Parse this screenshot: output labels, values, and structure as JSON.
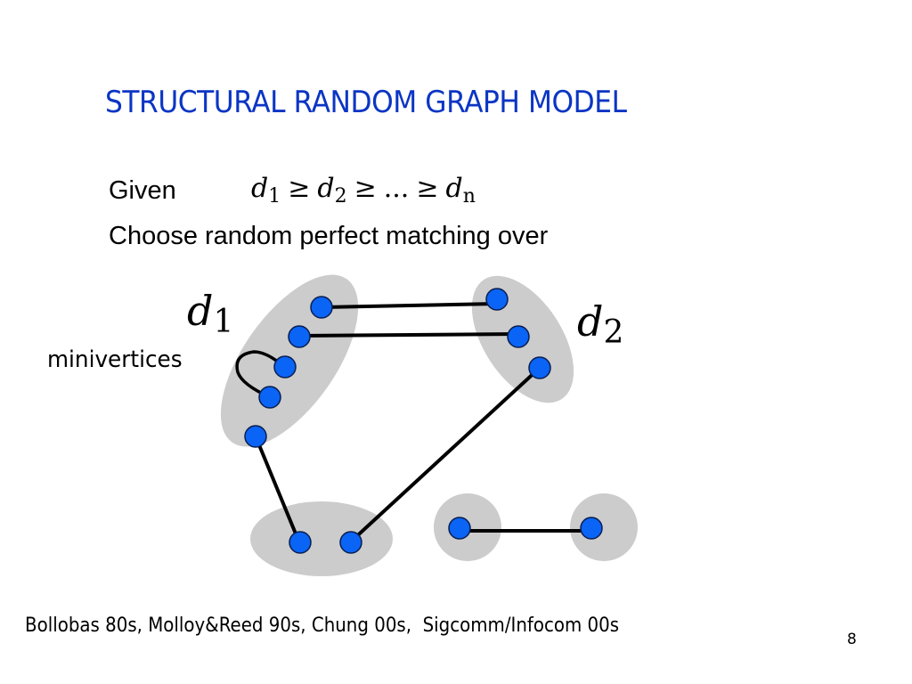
{
  "slide": {
    "title": "STRUCTURAL RANDOM GRAPH MODEL",
    "given_label": "Given",
    "given_formula": {
      "terms": [
        "d",
        "d",
        "d"
      ],
      "subscripts": [
        "1",
        "2",
        "n"
      ],
      "operator": "≥",
      "ellipsis": "..."
    },
    "line2": "Choose random perfect matching over",
    "minivertices_label": "minivertices",
    "d1_label": {
      "base": "d",
      "sub": "1"
    },
    "d2_label": {
      "base": "d",
      "sub": "2"
    },
    "footer": "Bollobas 80s, Molloy&Reed 90s, Chung 00s,  Sigcomm/Infocom 00s",
    "page_number": "8"
  },
  "diagram": {
    "colors": {
      "vertex_group_fill": "#cccccc",
      "minivertex_fill": "#0a64f5",
      "minivertex_stroke": "#0a1e50",
      "edge": "#000000",
      "title": "#0b35c4"
    },
    "vertex_groups": [
      {
        "id": "v1",
        "label": "d1",
        "minivertex_count": 5
      },
      {
        "id": "v2",
        "label": "d2",
        "minivertex_count": 3
      },
      {
        "id": "v3",
        "minivertex_count": 2
      },
      {
        "id": "v4",
        "minivertex_count": 1
      },
      {
        "id": "v5",
        "minivertex_count": 1
      }
    ],
    "edges": [
      {
        "from": "v1.m1",
        "to": "v2.m1"
      },
      {
        "from": "v1.m2",
        "to": "v2.m2"
      },
      {
        "from": "v1.m3",
        "to": "v1.m4",
        "type": "self-loop"
      },
      {
        "from": "v1.m5",
        "to": "v3.m1"
      },
      {
        "from": "v2.m3",
        "to": "v3.m2"
      },
      {
        "from": "v4.m1",
        "to": "v5.m1"
      }
    ]
  }
}
